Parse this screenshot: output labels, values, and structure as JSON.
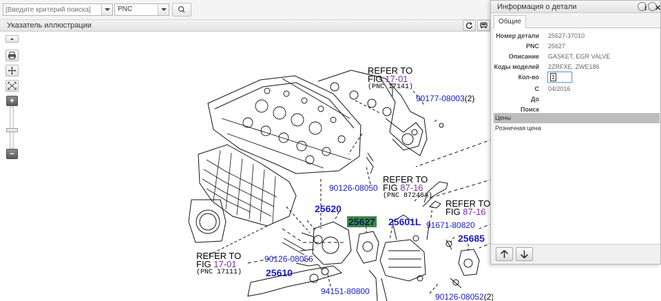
{
  "search": {
    "placeholder": "[Введите критерий поиска]",
    "type_value": "PNC"
  },
  "illustration_pane": {
    "title": "Указатель иллюстрации"
  },
  "diagram": {
    "callouts": [
      {
        "refer": "REFER TO",
        "fig_prefix": "FIG ",
        "fig": "17-01",
        "pnc": "(PNC 17141)"
      },
      {
        "refer": "REFER TO",
        "fig_prefix": "FIG ",
        "fig": "87-16",
        "pnc": "(PNC 87246A)"
      },
      {
        "refer": "REFER TO",
        "fig_prefix": "FIG ",
        "fig": "87-16",
        "pnc": ""
      },
      {
        "refer": "REFER TO",
        "fig_prefix": "FIG ",
        "fig": "17-01",
        "pnc": "(PNC 17111)"
      }
    ],
    "part_numbers": {
      "p90177": "90177-08003",
      "p90177_qty": "(2)",
      "p90126_08050": "90126-08050",
      "p25620": "25620",
      "p25627": "25627",
      "p25601L": "25601L",
      "p91671": "91671-80820",
      "p25685": "25685",
      "p90126_08056": "90126-08056",
      "p25610": "25610",
      "p94151": "94151-80800",
      "p90126_08052": "90126-08052",
      "p90126_08052_qty": "(2)"
    }
  },
  "detail_window": {
    "title": "Информация о детали",
    "tab": "Общие",
    "fields": [
      {
        "label": "Номер детали",
        "value": "25627-37010"
      },
      {
        "label": "PNC",
        "value": "25627"
      },
      {
        "label": "Описание",
        "value": "GASKET, EGR VALVE"
      },
      {
        "label": "Коды моделей",
        "value": "2ZRFXE..ZWE186"
      },
      {
        "label": "Кол-во",
        "value": "1"
      },
      {
        "label": "С",
        "value": "04/2016"
      },
      {
        "label": "До",
        "value": ""
      },
      {
        "label": "Поиск",
        "value": ""
      }
    ],
    "sections": {
      "prices": "Цены",
      "retail_price": "Розничная цена"
    }
  }
}
